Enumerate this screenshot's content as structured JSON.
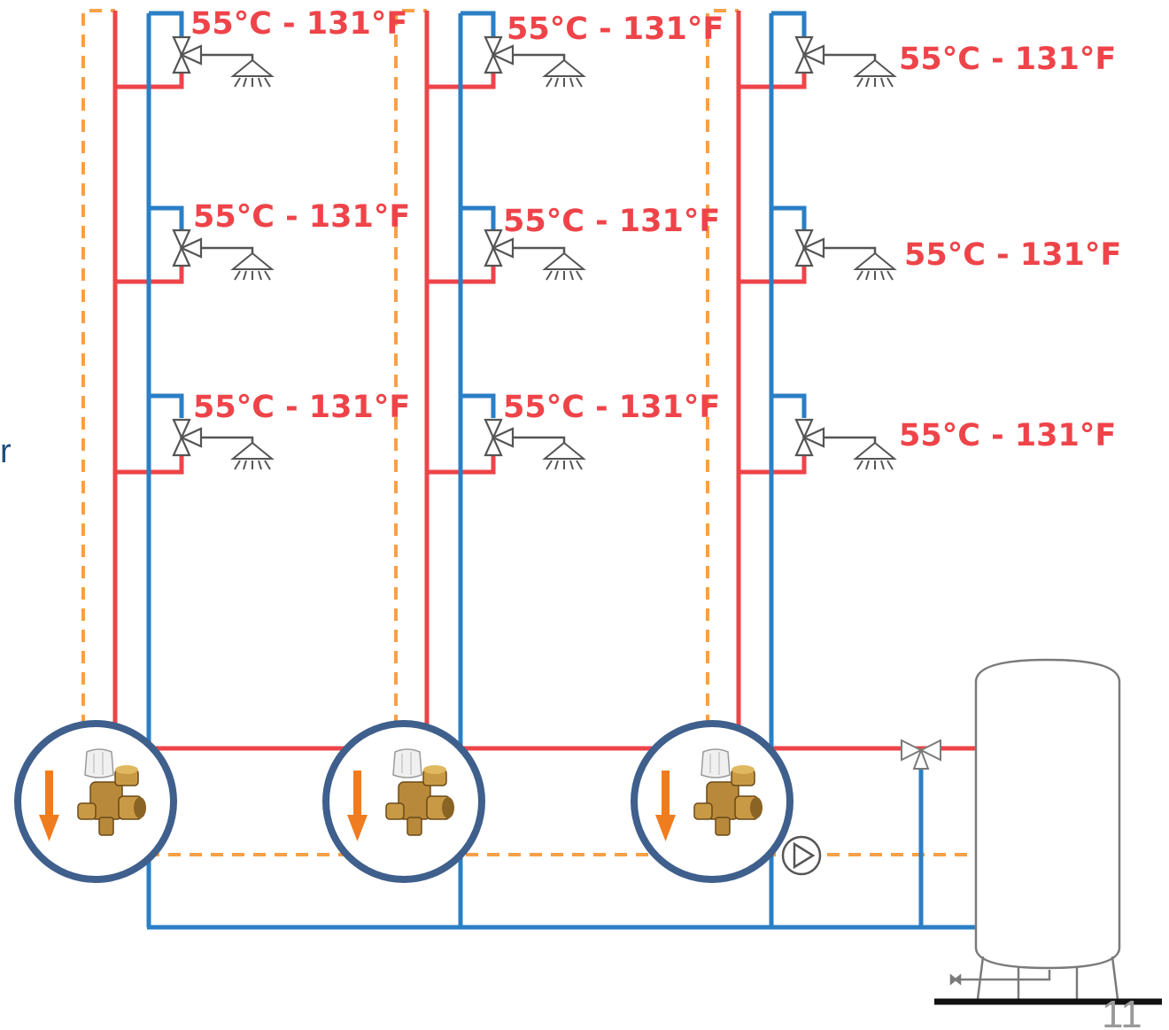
{
  "colors": {
    "hot": "#ee4449",
    "cold": "#2a7fc5",
    "recirc": "#f7a046",
    "temp_text": "#ee4449",
    "circle": "#3f5f8c",
    "arrow": "#f07c20",
    "fixture": "#555555",
    "tank": "#7a7a7a",
    "edge_text": "#1f4e79",
    "page_num": "#9a9a9a"
  },
  "icons": {
    "tap": "valve-icon",
    "shower": "shower-head-icon",
    "pump": "pump-icon",
    "mixing_valve": "thermostatic-mixing-valve-icon",
    "flow_arrow": "down-arrow-icon",
    "tank": "storage-tank-icon"
  },
  "labels": {
    "r1_f1": "55°C - 131°F",
    "r1_f2": "55°C - 131°F",
    "r1_f3": "55°C - 131°F",
    "r2_f1": "55°C - 131°F",
    "r2_f2": "55°C - 131°F",
    "r2_f3": "55°C - 131°F",
    "r3_f1": "55°C - 131°F",
    "r3_f2": "55°C - 131°F",
    "r3_f3": "55°C - 131°F"
  },
  "left_edge_text": "r",
  "page_number": "11"
}
